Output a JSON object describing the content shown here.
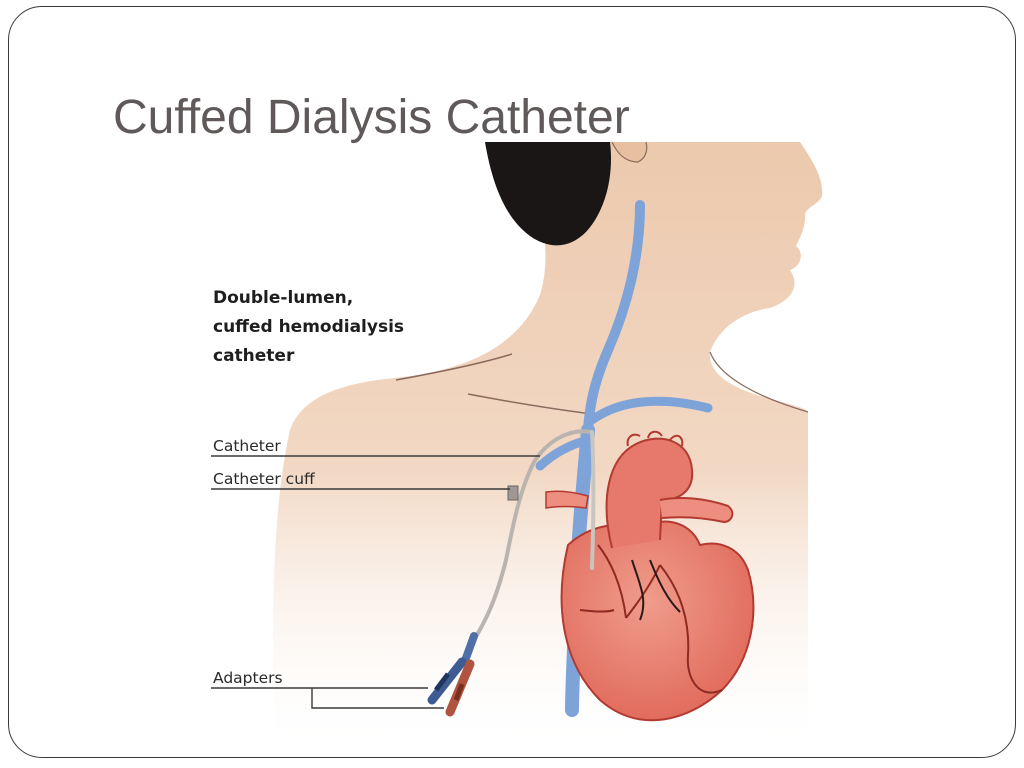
{
  "slide": {
    "title": "Cuffed Dialysis Catheter"
  },
  "diagram": {
    "heading_lines": [
      "Double-lumen,",
      "cuffed hemodialysis",
      "catheter"
    ],
    "labels": {
      "catheter": "Catheter",
      "catheter_cuff": "Catheter cuff",
      "adapters": "Adapters"
    },
    "colors": {
      "skin": "#ecc9ad",
      "hair": "#1a1616",
      "vein": "#7ea3d8",
      "heart": "#e6786c",
      "heart_dark": "#c44a40",
      "title": "#5f5959"
    }
  }
}
